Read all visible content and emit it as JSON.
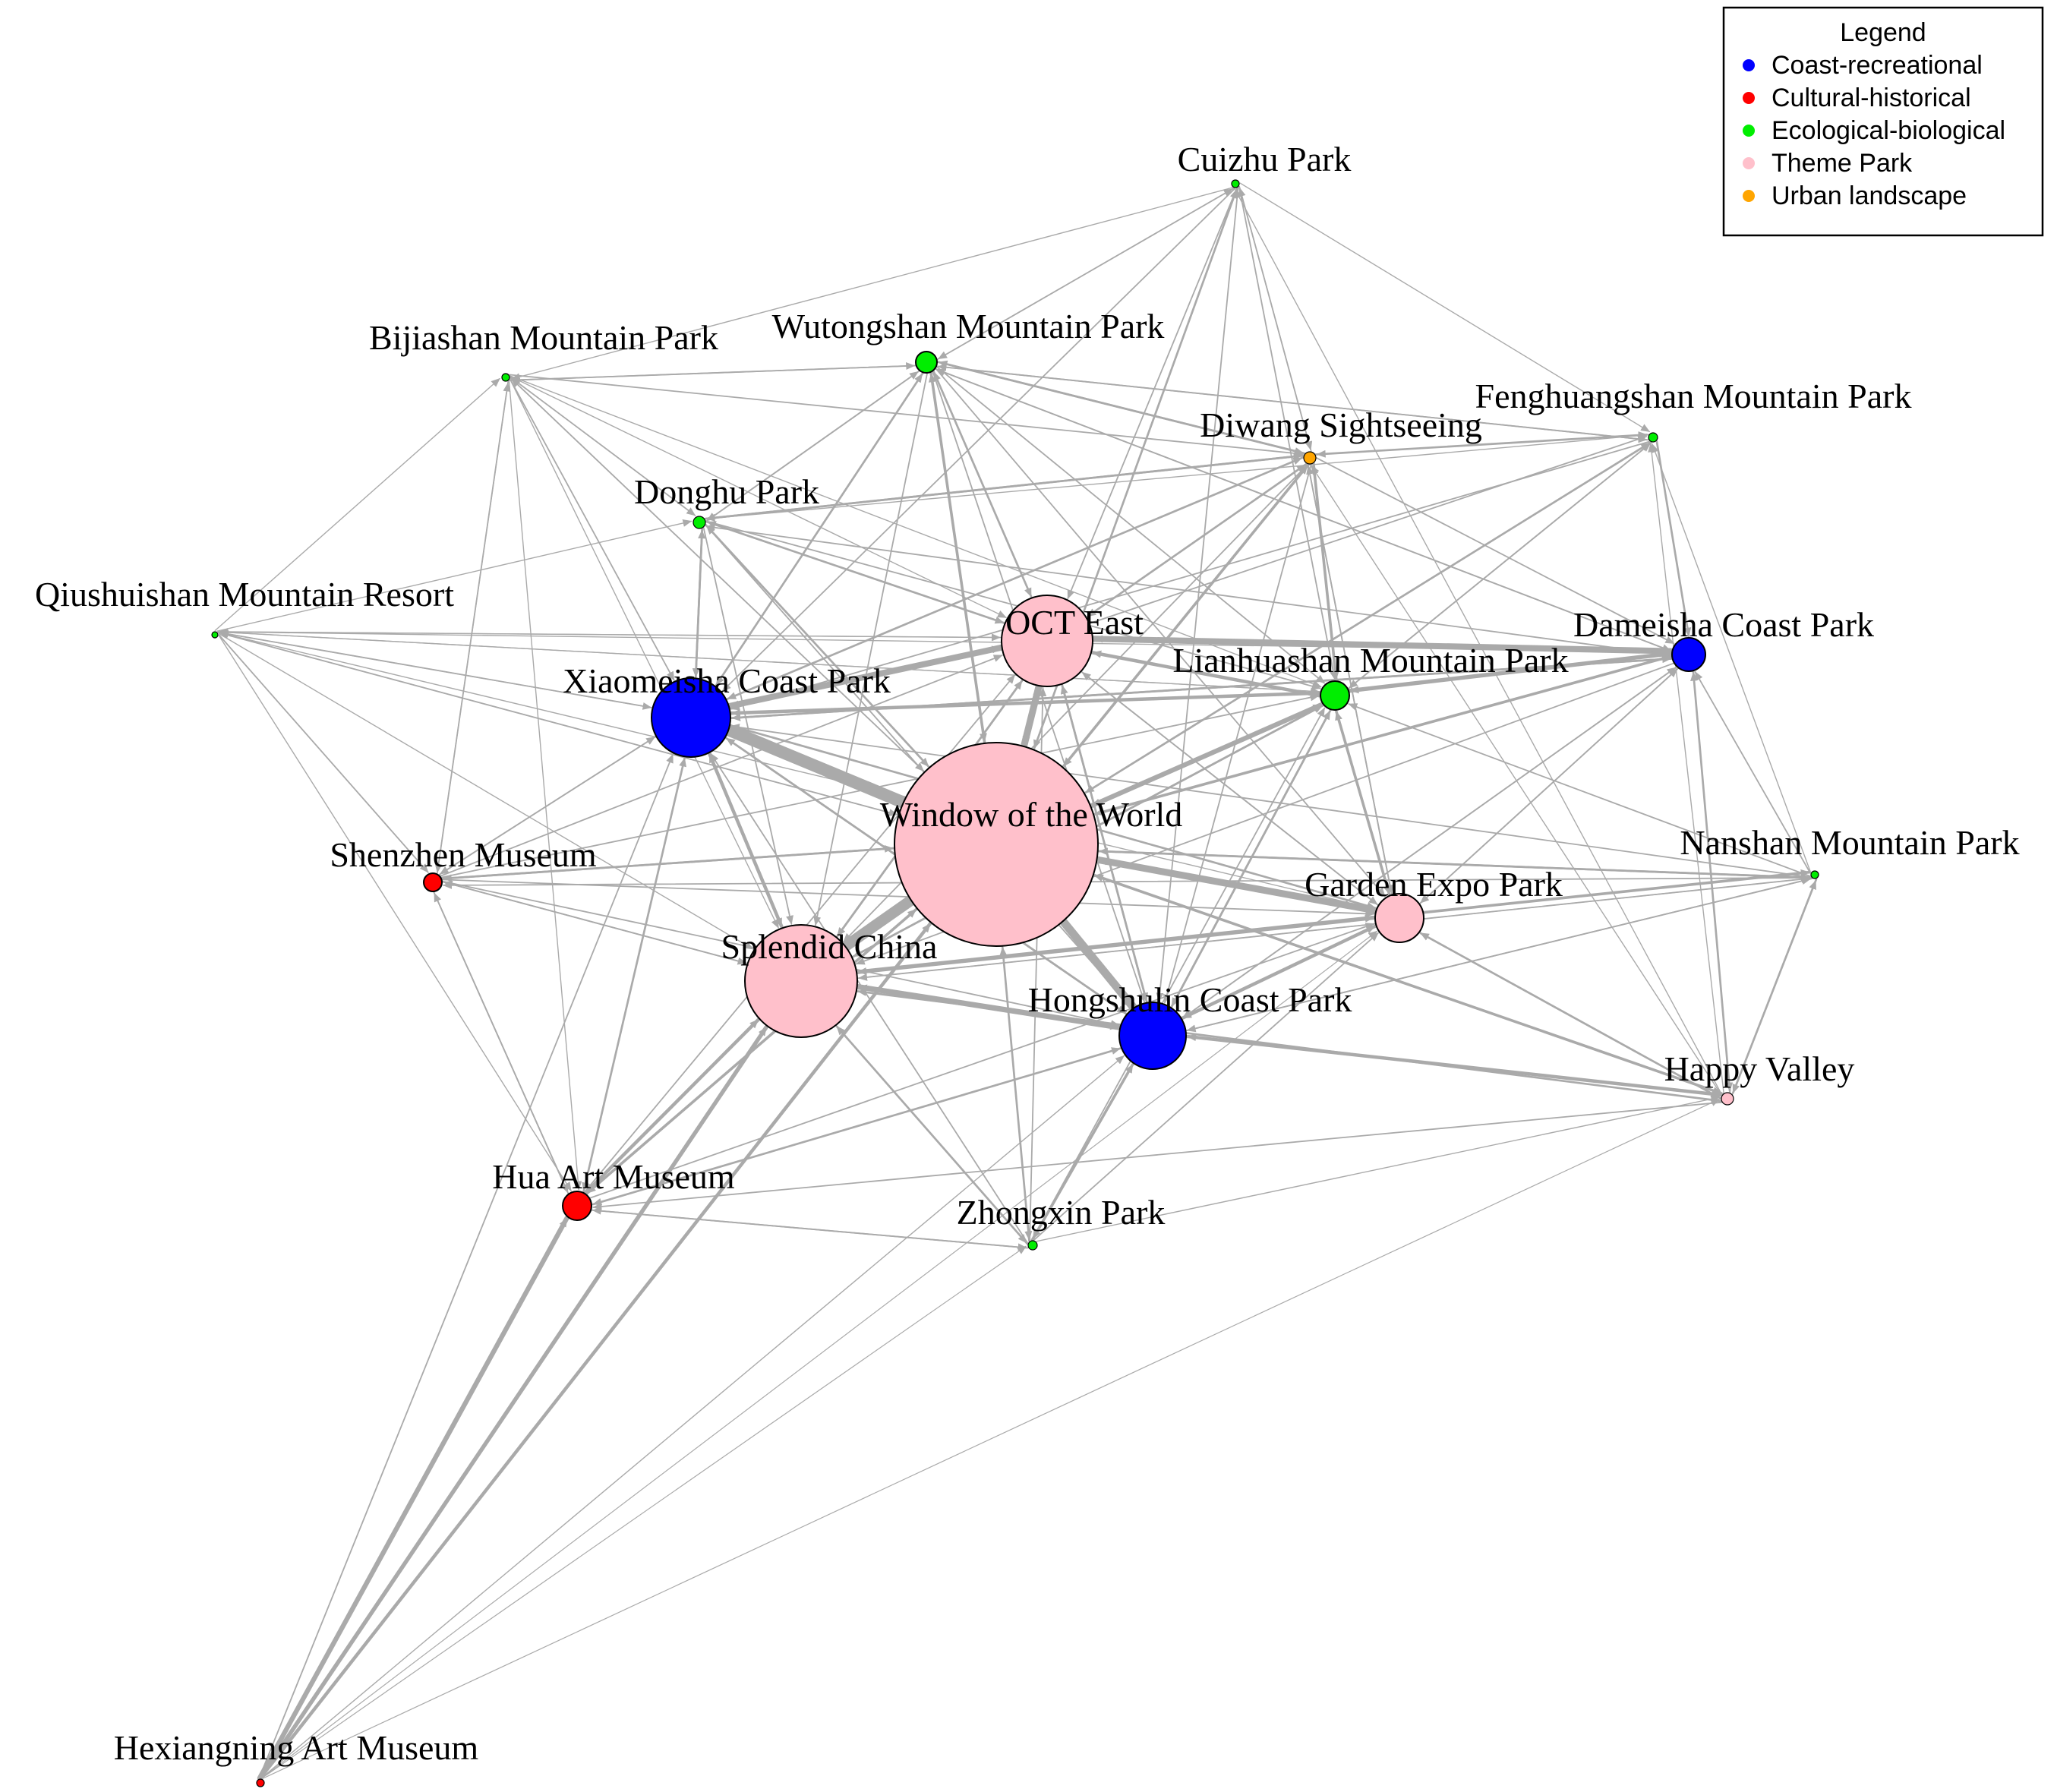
{
  "legend": {
    "title": "Legend",
    "items": [
      {
        "key": "coast",
        "label": "Coast-recreational",
        "color": "#0000ff"
      },
      {
        "key": "cultural",
        "label": "Cultural-historical",
        "color": "#ff0000"
      },
      {
        "key": "eco",
        "label": "Ecological-biological",
        "color": "#00ee00"
      },
      {
        "key": "theme",
        "label": "Theme Park",
        "color": "#ffc0cb"
      },
      {
        "key": "urban",
        "label": "Urban landscape",
        "color": "#ffa500"
      }
    ]
  },
  "colors": {
    "edge": "#aaaaaa",
    "node_outline": "#000000"
  },
  "nodes": [
    {
      "id": "wotw",
      "label": "Window of the World",
      "category": "theme"
    },
    {
      "id": "xiaomeisha",
      "label": "Xiaomeisha Coast Park",
      "category": "coast"
    },
    {
      "id": "splendid",
      "label": "Splendid China",
      "category": "theme"
    },
    {
      "id": "oct",
      "label": "OCT East",
      "category": "theme"
    },
    {
      "id": "hongshulin",
      "label": "Hongshulin Coast Park",
      "category": "coast"
    },
    {
      "id": "garden",
      "label": "Garden Expo Park",
      "category": "theme"
    },
    {
      "id": "dameisha",
      "label": "Dameisha Coast Park",
      "category": "coast"
    },
    {
      "id": "lianhua",
      "label": "Lianhuashan Mountain Park",
      "category": "eco"
    },
    {
      "id": "hua",
      "label": "Hua Art Museum",
      "category": "cultural"
    },
    {
      "id": "wutong",
      "label": "Wutongshan Mountain Park",
      "category": "eco"
    },
    {
      "id": "diwang",
      "label": "Diwang Sightseeing",
      "category": "urban"
    },
    {
      "id": "donghu",
      "label": "Donghu Park",
      "category": "eco"
    },
    {
      "id": "shenzhen",
      "label": "Shenzhen Museum",
      "category": "cultural"
    },
    {
      "id": "cuizhu",
      "label": "Cuizhu Park",
      "category": "eco"
    },
    {
      "id": "bijia",
      "label": "Bijiashan Mountain Park",
      "category": "eco"
    },
    {
      "id": "feng",
      "label": "Fenghuangshan Mountain Park",
      "category": "eco"
    },
    {
      "id": "qiu",
      "label": "Qiushuishan Mountain Resort",
      "category": "eco"
    },
    {
      "id": "nanshan",
      "label": "Nanshan Mountain Park",
      "category": "eco"
    },
    {
      "id": "happy",
      "label": "Happy Valley",
      "category": "theme"
    },
    {
      "id": "zhongxin",
      "label": "Zhongxin Park",
      "category": "eco"
    },
    {
      "id": "hexiangning",
      "label": "Hexiangning Art Museum",
      "category": "cultural"
    }
  ],
  "edges": [
    [
      "xiaomeisha",
      "wotw",
      18
    ],
    [
      "wotw",
      "xiaomeisha",
      14
    ],
    [
      "splendid",
      "wotw",
      16
    ],
    [
      "wotw",
      "splendid",
      14
    ],
    [
      "wotw",
      "hongshulin",
      12
    ],
    [
      "hongshulin",
      "wotw",
      8
    ],
    [
      "wotw",
      "garden",
      10
    ],
    [
      "garden",
      "wotw",
      8
    ],
    [
      "oct",
      "wotw",
      10
    ],
    [
      "wotw",
      "oct",
      8
    ],
    [
      "lianhua",
      "wotw",
      7
    ],
    [
      "wotw",
      "lianhua",
      6
    ],
    [
      "xiaomeisha",
      "oct",
      9
    ],
    [
      "oct",
      "xiaomeisha",
      7
    ],
    [
      "oct",
      "dameisha",
      9
    ],
    [
      "dameisha",
      "oct",
      8
    ],
    [
      "splendid",
      "hongshulin",
      8
    ],
    [
      "hongshulin",
      "splendid",
      6
    ],
    [
      "splendid",
      "garden",
      6
    ],
    [
      "hongshulin",
      "garden",
      5
    ],
    [
      "hexiangning",
      "hua",
      7
    ],
    [
      "hexiangning",
      "splendid",
      6
    ],
    [
      "hexiangning",
      "wotw",
      5
    ],
    [
      "hexiangning",
      "xiaomeisha",
      2
    ],
    [
      "hexiangning",
      "hongshulin",
      1.5
    ],
    [
      "hua",
      "splendid",
      5
    ],
    [
      "hua",
      "wotw",
      4
    ],
    [
      "xiaomeisha",
      "splendid",
      5
    ],
    [
      "splendid",
      "xiaomeisha",
      4
    ],
    [
      "xiaomeisha",
      "lianhua",
      5
    ],
    [
      "lianhua",
      "oct",
      5
    ],
    [
      "wotw",
      "dameisha",
      4
    ],
    [
      "lianhua",
      "dameisha",
      6
    ],
    [
      "garden",
      "lianhua",
      4
    ],
    [
      "hongshulin",
      "happy",
      5
    ],
    [
      "happy",
      "hongshulin",
      4
    ],
    [
      "wotw",
      "happy",
      4
    ],
    [
      "happy",
      "wotw",
      3
    ],
    [
      "garden",
      "nanshan",
      4
    ],
    [
      "nanshan",
      "wotw",
      3
    ],
    [
      "wotw",
      "nanshan",
      3
    ],
    [
      "zhongxin",
      "hongshulin",
      4
    ],
    [
      "zhongxin",
      "wotw",
      3
    ],
    [
      "zhongxin",
      "splendid",
      3
    ],
    [
      "wotw",
      "zhongxin",
      2
    ],
    [
      "zhongxin",
      "hua",
      2
    ],
    [
      "hua",
      "zhongxin",
      2
    ],
    [
      "hongshulin",
      "hua",
      3
    ],
    [
      "hua",
      "hongshulin",
      2
    ],
    [
      "shenzhen",
      "wotw",
      3
    ],
    [
      "wotw",
      "shenzhen",
      3
    ],
    [
      "shenzhen",
      "xiaomeisha",
      2
    ],
    [
      "shenzhen",
      "splendid",
      2
    ],
    [
      "shenzhen",
      "garden",
      2
    ],
    [
      "donghu",
      "xiaomeisha",
      3
    ],
    [
      "xiaomeisha",
      "donghu",
      3
    ],
    [
      "donghu",
      "wotw",
      3
    ],
    [
      "donghu",
      "oct",
      3
    ],
    [
      "donghu",
      "diwang",
      3
    ],
    [
      "diwang",
      "donghu",
      3
    ],
    [
      "diwang",
      "wotw",
      4
    ],
    [
      "wotw",
      "diwang",
      3
    ],
    [
      "diwang",
      "oct",
      3
    ],
    [
      "diwang",
      "lianhua",
      4
    ],
    [
      "lianhua",
      "diwang",
      3
    ],
    [
      "diwang",
      "feng",
      3
    ],
    [
      "feng",
      "diwang",
      2
    ],
    [
      "wutong",
      "wotw",
      4
    ],
    [
      "wotw",
      "wutong",
      3
    ],
    [
      "wutong",
      "oct",
      3
    ],
    [
      "wutong",
      "xiaomeisha",
      3
    ],
    [
      "wutong",
      "diwang",
      3
    ],
    [
      "diwang",
      "wutong",
      3
    ],
    [
      "wutong",
      "donghu",
      2
    ],
    [
      "wutong",
      "bijia",
      2
    ],
    [
      "bijia",
      "wutong",
      2
    ],
    [
      "bijia",
      "xiaomeisha",
      2
    ],
    [
      "bijia",
      "wotw",
      2
    ],
    [
      "bijia",
      "donghu",
      2
    ],
    [
      "bijia",
      "shenzhen",
      2
    ],
    [
      "bijia",
      "diwang",
      2
    ],
    [
      "cuizhu",
      "wotw",
      3
    ],
    [
      "cuizhu",
      "oct",
      2
    ],
    [
      "cuizhu",
      "wutong",
      2
    ],
    [
      "cuizhu",
      "diwang",
      2
    ],
    [
      "cuizhu",
      "xiaomeisha",
      2
    ],
    [
      "cuizhu",
      "lianhua",
      2
    ],
    [
      "cuizhu",
      "bijia",
      1.5
    ],
    [
      "cuizhu",
      "hongshulin",
      2
    ],
    [
      "cuizhu",
      "feng",
      1.5
    ],
    [
      "feng",
      "wotw",
      3
    ],
    [
      "feng",
      "dameisha",
      3
    ],
    [
      "feng",
      "xiaomeisha",
      2
    ],
    [
      "feng",
      "wutong",
      2
    ],
    [
      "feng",
      "lianhua",
      2
    ],
    [
      "qiu",
      "xiaomeisha",
      2
    ],
    [
      "qiu",
      "wotw",
      2
    ],
    [
      "qiu",
      "shenzhen",
      2
    ],
    [
      "qiu",
      "bijia",
      1.5
    ],
    [
      "qiu",
      "donghu",
      1.5
    ],
    [
      "qiu",
      "oct",
      1.5
    ],
    [
      "qiu",
      "hua",
      1.5
    ],
    [
      "qiu",
      "splendid",
      1.5
    ],
    [
      "qiu",
      "lianhua",
      1.5
    ],
    [
      "qiu",
      "dameisha",
      1.5
    ],
    [
      "qiu",
      "garden",
      1.5
    ],
    [
      "nanshan",
      "happy",
      3
    ],
    [
      "happy",
      "nanshan",
      2
    ],
    [
      "nanshan",
      "dameisha",
      2
    ],
    [
      "dameisha",
      "happy",
      3
    ],
    [
      "happy",
      "dameisha",
      2
    ],
    [
      "nanshan",
      "lianhua",
      2
    ],
    [
      "nanshan",
      "splendid",
      2
    ],
    [
      "nanshan",
      "hongshulin",
      2
    ],
    [
      "nanshan",
      "shenzhen",
      2
    ],
    [
      "nanshan",
      "xiaomeisha",
      2
    ],
    [
      "nanshan",
      "feng",
      1.5
    ],
    [
      "happy",
      "garden",
      3
    ],
    [
      "happy",
      "splendid",
      3
    ],
    [
      "happy",
      "hua",
      2
    ],
    [
      "happy",
      "feng",
      1.5
    ],
    [
      "happy",
      "cuizhu",
      1.5
    ],
    [
      "happy",
      "diwang",
      1.5
    ],
    [
      "dameisha",
      "wotw",
      3
    ],
    [
      "dameisha",
      "xiaomeisha",
      3
    ],
    [
      "dameisha",
      "lianhua",
      3
    ],
    [
      "dameisha",
      "garden",
      2
    ],
    [
      "dameisha",
      "hongshulin",
      2
    ],
    [
      "dameisha",
      "splendid",
      2
    ],
    [
      "dameisha",
      "wutong",
      2
    ],
    [
      "dameisha",
      "donghu",
      2
    ],
    [
      "garden",
      "dameisha",
      2
    ],
    [
      "garden",
      "hongshulin",
      3
    ],
    [
      "garden",
      "splendid",
      3
    ],
    [
      "garden",
      "oct",
      2
    ],
    [
      "garden",
      "diwang",
      2
    ],
    [
      "garden",
      "happy",
      2
    ],
    [
      "lianhua",
      "xiaomeisha",
      4
    ],
    [
      "lianhua",
      "splendid",
      3
    ],
    [
      "lianhua",
      "garden",
      3
    ],
    [
      "lianhua",
      "hongshulin",
      3
    ],
    [
      "lianhua",
      "feng",
      2
    ],
    [
      "oct",
      "lianhua",
      4
    ],
    [
      "oct",
      "splendid",
      3
    ],
    [
      "oct",
      "hongshulin",
      3
    ],
    [
      "oct",
      "garden",
      2
    ],
    [
      "oct",
      "diwang",
      2
    ],
    [
      "oct",
      "wutong",
      2
    ],
    [
      "oct",
      "donghu",
      2
    ],
    [
      "oct",
      "feng",
      2
    ],
    [
      "xiaomeisha",
      "hongshulin",
      3
    ],
    [
      "xiaomeisha",
      "garden",
      3
    ],
    [
      "xiaomeisha",
      "hua",
      3
    ],
    [
      "xiaomeisha",
      "shenzhen",
      2
    ],
    [
      "xiaomeisha",
      "dameisha",
      3
    ],
    [
      "xiaomeisha",
      "wutong",
      2
    ],
    [
      "xiaomeisha",
      "diwang",
      2
    ],
    [
      "splendid",
      "hua",
      3
    ],
    [
      "splendid",
      "oct",
      3
    ],
    [
      "splendid",
      "lianhua",
      3
    ],
    [
      "splendid",
      "shenzhen",
      2
    ],
    [
      "splendid",
      "zhongxin",
      2
    ],
    [
      "splendid",
      "happy",
      2
    ],
    [
      "hongshulin",
      "oct",
      3
    ],
    [
      "hongshulin",
      "xiaomeisha",
      3
    ],
    [
      "hongshulin",
      "zhongxin",
      2
    ],
    [
      "hongshulin",
      "lianhua",
      3
    ],
    [
      "hongshulin",
      "dameisha",
      2
    ],
    [
      "hua",
      "xiaomeisha",
      2
    ],
    [
      "hua",
      "shenzhen",
      2
    ],
    [
      "hua",
      "oct",
      2
    ],
    [
      "hua",
      "garden",
      2
    ],
    [
      "shenzhen",
      "hua",
      2
    ],
    [
      "shenzhen",
      "oct",
      2
    ],
    [
      "shenzhen",
      "lianhua",
      2
    ],
    [
      "shenzhen",
      "hongshulin",
      2
    ],
    [
      "shenzhen",
      "bijia",
      1.5
    ],
    [
      "zhongxin",
      "garden",
      2
    ],
    [
      "zhongxin",
      "oct",
      2
    ],
    [
      "zhongxin",
      "lianhua",
      2
    ],
    [
      "zhongxin",
      "xiaomeisha",
      2
    ],
    [
      "zhongxin",
      "happy",
      1.5
    ],
    [
      "wutong",
      "lianhua",
      2
    ],
    [
      "wutong",
      "hongshulin",
      2
    ],
    [
      "wutong",
      "splendid",
      2
    ],
    [
      "wutong",
      "garden",
      2
    ],
    [
      "wutong",
      "feng",
      2
    ],
    [
      "wutong",
      "dameisha",
      2
    ],
    [
      "wutong",
      "cuizhu",
      1.5
    ],
    [
      "diwang",
      "xiaomeisha",
      3
    ],
    [
      "diwang",
      "splendid",
      2
    ],
    [
      "diwang",
      "hongshulin",
      2
    ],
    [
      "diwang",
      "garden",
      2
    ],
    [
      "diwang",
      "dameisha",
      2
    ],
    [
      "diwang",
      "cuizhu",
      1.5
    ],
    [
      "donghu",
      "lianhua",
      2
    ],
    [
      "donghu",
      "splendid",
      2
    ],
    [
      "donghu",
      "hongshulin",
      2
    ],
    [
      "donghu",
      "feng",
      1.5
    ],
    [
      "donghu",
      "wutong",
      2
    ],
    [
      "bijia",
      "oct",
      1.5
    ],
    [
      "bijia",
      "lianhua",
      1.5
    ],
    [
      "bijia",
      "splendid",
      1.5
    ],
    [
      "bijia",
      "hua",
      1.5
    ],
    [
      "wotw",
      "hua",
      3
    ],
    [
      "wotw",
      "feng",
      2
    ],
    [
      "wotw",
      "donghu",
      2
    ],
    [
      "wotw",
      "bijia",
      1.5
    ],
    [
      "wotw",
      "cuizhu",
      1.5
    ],
    [
      "wotw",
      "qiu",
      1.5
    ],
    [
      "xiaomeisha",
      "qiu",
      1.5
    ],
    [
      "oct",
      "qiu",
      1.5
    ],
    [
      "lianhua",
      "qiu",
      1.5
    ],
    [
      "hongshulin",
      "nanshan",
      2
    ],
    [
      "splendid",
      "nanshan",
      1.5
    ],
    [
      "hexiangning",
      "garden",
      1
    ],
    [
      "hexiangning",
      "happy",
      1
    ],
    [
      "hexiangning",
      "zhongxin",
      1
    ]
  ]
}
